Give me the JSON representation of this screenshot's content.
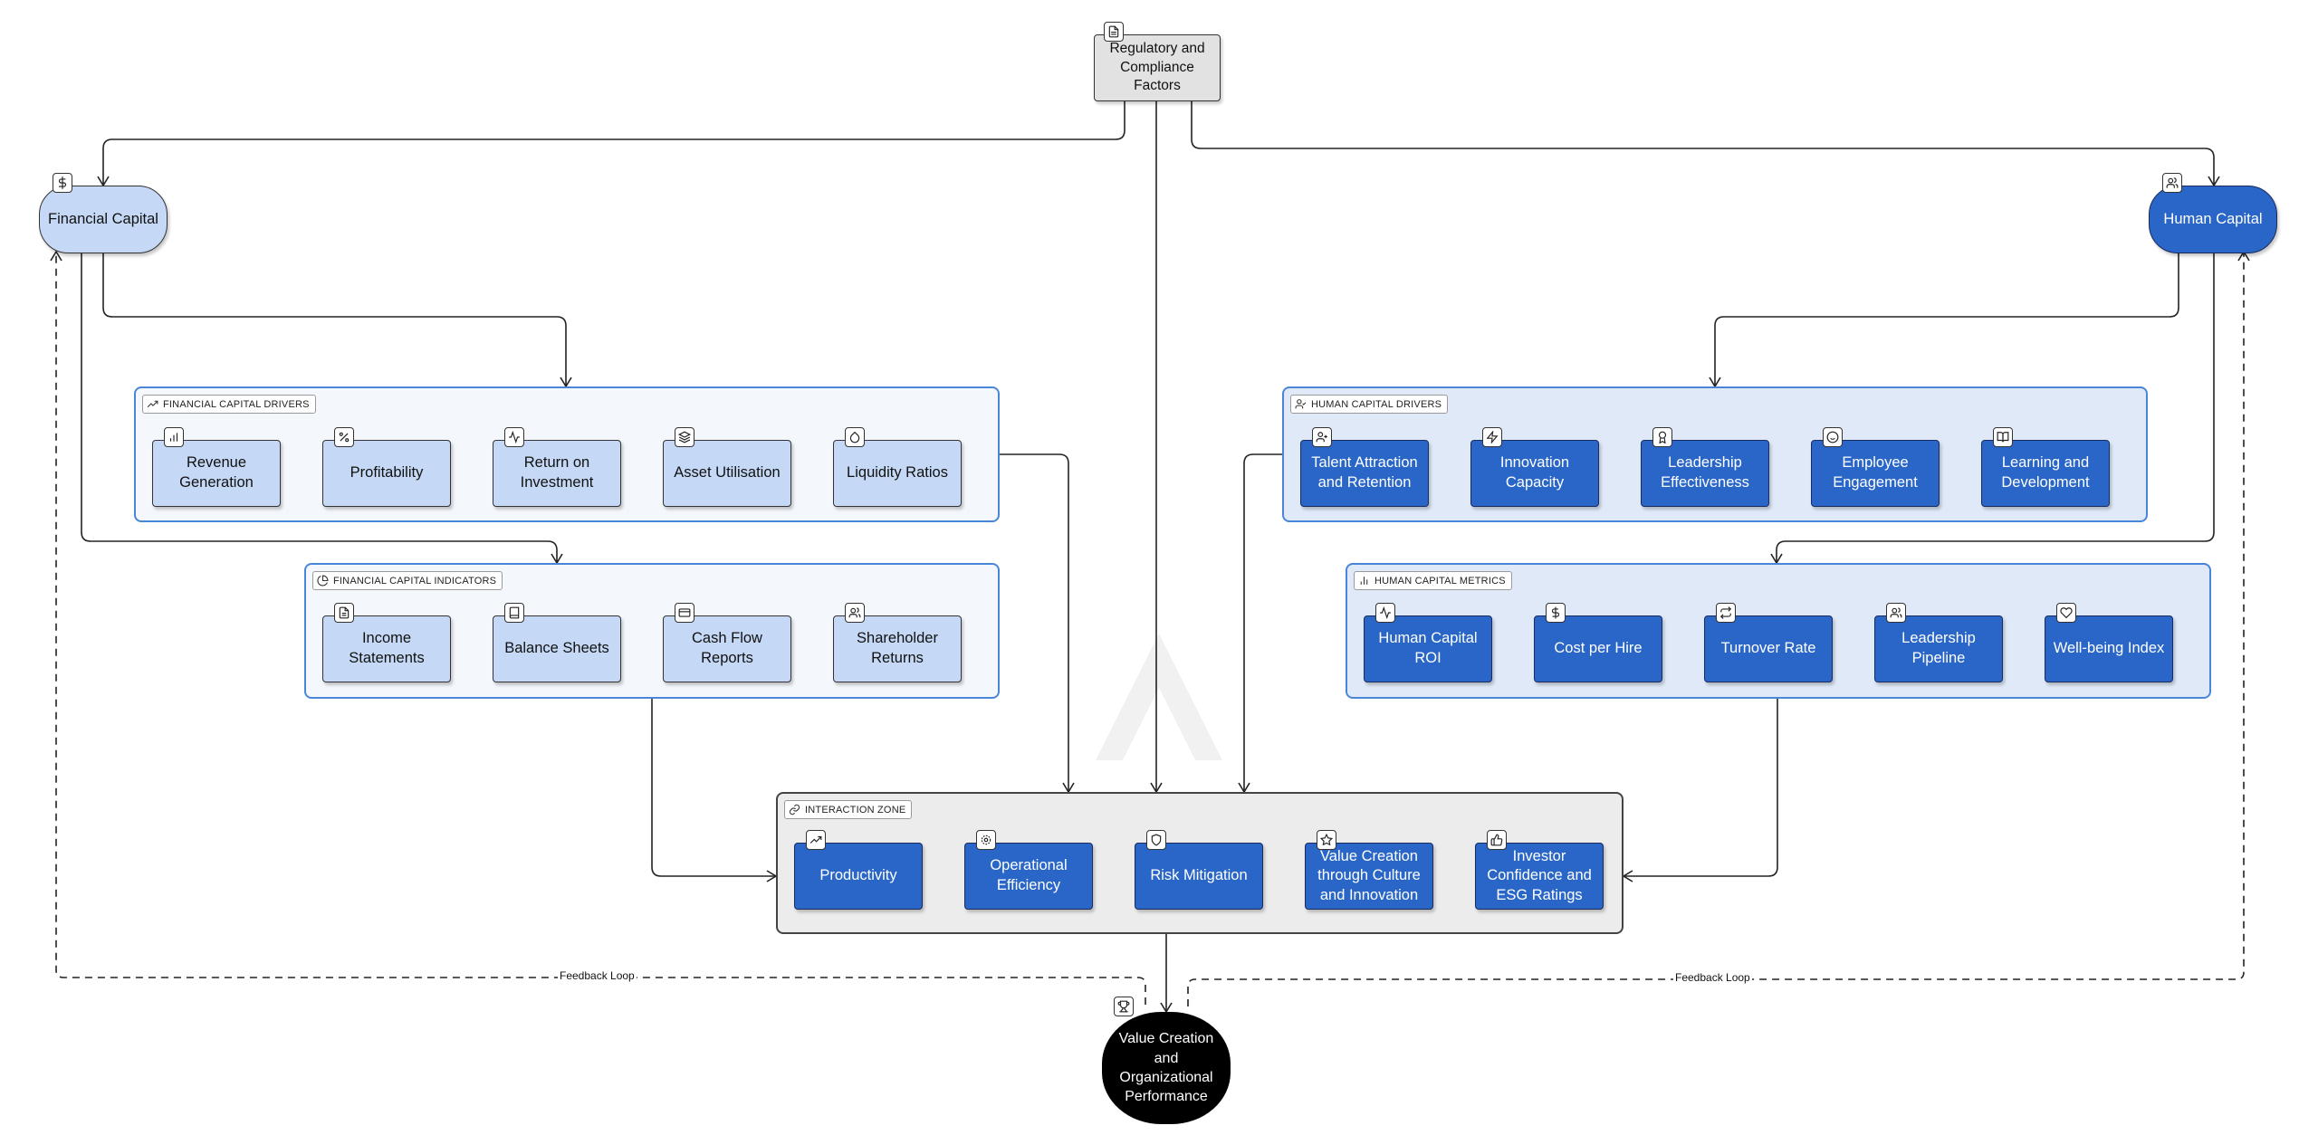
{
  "top": {
    "regulatory": "Regulatory and Compliance Factors"
  },
  "financial_capital": "Financial Capital",
  "human_capital": "Human Capital",
  "groups": {
    "fin_drivers": "FINANCIAL CAPITAL DRIVERS",
    "fin_indicators": "FINANCIAL CAPITAL INDICATORS",
    "hum_drivers": "HUMAN CAPITAL DRIVERS",
    "hum_metrics": "HUMAN CAPITAL METRICS",
    "interaction": "INTERACTION ZONE"
  },
  "fin_drivers": [
    {
      "label": "Revenue Generation",
      "icon": "bar-chart-icon"
    },
    {
      "label": "Profitability",
      "icon": "percent-icon"
    },
    {
      "label": "Return on Investment",
      "icon": "activity-icon"
    },
    {
      "label": "Asset Utilisation",
      "icon": "layers-icon"
    },
    {
      "label": "Liquidity Ratios",
      "icon": "droplet-icon"
    }
  ],
  "fin_indicators": [
    {
      "label": "Income Statements",
      "icon": "file-text-icon"
    },
    {
      "label": "Balance Sheets",
      "icon": "book-icon"
    },
    {
      "label": "Cash Flow Reports",
      "icon": "credit-card-icon"
    },
    {
      "label": "Shareholder Returns",
      "icon": "users-icon"
    }
  ],
  "hum_drivers": [
    {
      "label": "Talent Attraction and Retention",
      "icon": "user-plus-icon"
    },
    {
      "label": "Innovation Capacity",
      "icon": "zap-icon"
    },
    {
      "label": "Leadership Effectiveness",
      "icon": "award-icon"
    },
    {
      "label": "Employee Engagement",
      "icon": "smile-icon"
    },
    {
      "label": "Learning and Development",
      "icon": "book-open-icon"
    }
  ],
  "hum_metrics": [
    {
      "label": "Human Capital ROI",
      "icon": "activity-icon"
    },
    {
      "label": "Cost per Hire",
      "icon": "dollar-icon"
    },
    {
      "label": "Turnover Rate",
      "icon": "repeat-icon"
    },
    {
      "label": "Leadership Pipeline",
      "icon": "users-icon"
    },
    {
      "label": "Well-being Index",
      "icon": "heart-icon"
    }
  ],
  "interaction": [
    {
      "label": "Productivity",
      "icon": "trending-up-icon"
    },
    {
      "label": "Operational Efficiency",
      "icon": "settings-icon"
    },
    {
      "label": "Risk Mitigation",
      "icon": "shield-icon"
    },
    {
      "label": "Value Creation through Culture and Innovation",
      "icon": "star-icon"
    },
    {
      "label": "Investor Confidence and ESG Ratings",
      "icon": "thumbs-up-icon"
    }
  ],
  "outcome": "Value Creation and Organizational Performance",
  "feedback_left": "Feedback Loop",
  "feedback_right": "Feedback Loop"
}
